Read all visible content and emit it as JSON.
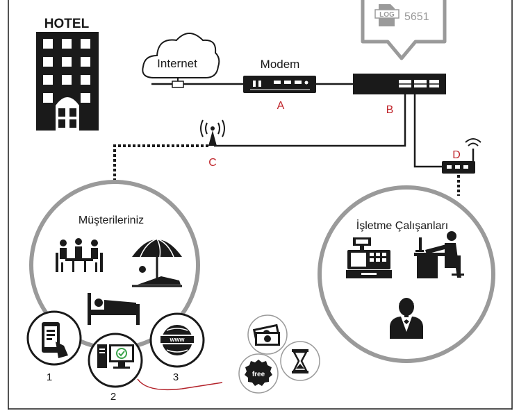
{
  "hotel": {
    "sign": "HOTEL"
  },
  "network": {
    "internet_label": "Internet",
    "modem_label": "Modem",
    "log_badge": {
      "tag": "LOG",
      "value": "5651"
    },
    "device_letters": {
      "modem": "A",
      "logger": "B",
      "access_point": "C",
      "router": "D"
    }
  },
  "customers": {
    "title": "Müşterileriniz",
    "access_numbers": [
      "1",
      "2",
      "3"
    ],
    "web_icon_text": "www"
  },
  "staff": {
    "title": "İşletme Çalışanları"
  },
  "extras": {
    "free_label": "free"
  },
  "colors": {
    "stroke": "#1a1a1a",
    "circle_gray": "#9a9a9a",
    "letter_red": "#c0262c",
    "swoosh_red": "#b3222a",
    "check_green": "#3aa34a"
  }
}
